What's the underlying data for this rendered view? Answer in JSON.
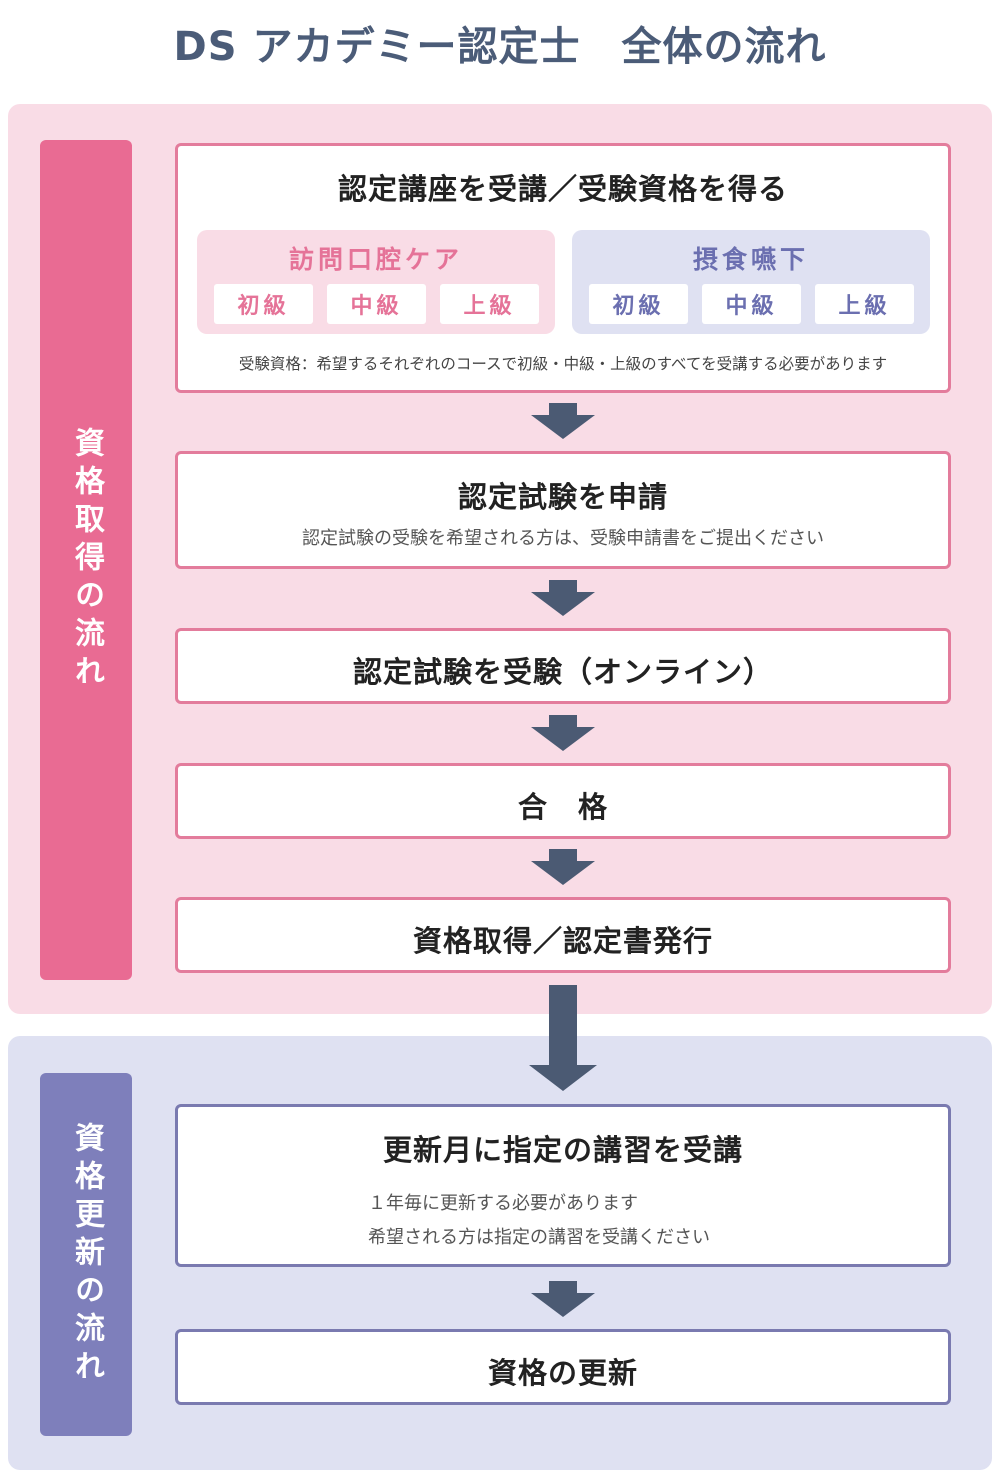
{
  "title": "DS アカデミー認定士　全体の流れ",
  "colors": {
    "pink_bg": "#f9dce6",
    "pink_accent": "#e96b93",
    "pink_border": "#e37c9c",
    "blue_bg": "#dfe1f2",
    "blue_accent": "#7e7fbb",
    "blue_border": "#7a7ab0",
    "arrow": "#4b5a73",
    "title": "#4b5c78"
  },
  "acquisition": {
    "sidebar_label": "資格取得の流れ",
    "step1": {
      "heading": "認定講座を受講／受験資格を得る",
      "courses": [
        {
          "name": "訪問口腔ケア",
          "levels": [
            "初級",
            "中級",
            "上級"
          ]
        },
        {
          "name": "摂食嚥下",
          "levels": [
            "初級",
            "中級",
            "上級"
          ]
        }
      ],
      "note": "受験資格：希望するそれぞれのコースで初級・中級・上級のすべてを受講する必要があります"
    },
    "step2": {
      "heading": "認定試験を申請",
      "sub": "認定試験の受験を希望される方は、受験申請書をご提出ください"
    },
    "step3": {
      "heading": "認定試験を受験（オンライン）"
    },
    "step4": {
      "heading": "合　格"
    },
    "step5": {
      "heading": "資格取得／認定書発行"
    }
  },
  "renewal": {
    "sidebar_label": "資格更新の流れ",
    "step1": {
      "heading": "更新月に指定の講習を受講",
      "line1": "１年毎に更新する必要があります",
      "line2": "希望される方は指定の講習を受講ください"
    },
    "step2": {
      "heading": "資格の更新"
    }
  }
}
